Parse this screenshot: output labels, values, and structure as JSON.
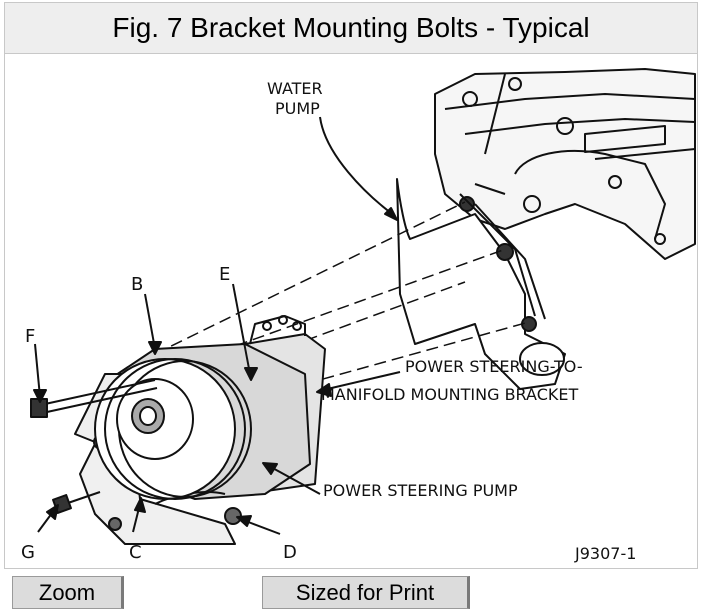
{
  "title": "Fig. 7 Bracket Mounting Bolts - Typical",
  "labels": {
    "water_pump_line1": "WATER",
    "water_pump_line2": "PUMP",
    "bracket_line1": "POWER STEERING-TO-",
    "bracket_line2": "MANIFOLD MOUNTING BRACKET",
    "pump": "POWER STEERING PUMP",
    "figure_code": "J9307-1"
  },
  "letters": {
    "b": "B",
    "c": "C",
    "d": "D",
    "e": "E",
    "f": "F",
    "g": "G"
  },
  "buttons": {
    "zoom": "Zoom",
    "print": "Sized for Print"
  }
}
